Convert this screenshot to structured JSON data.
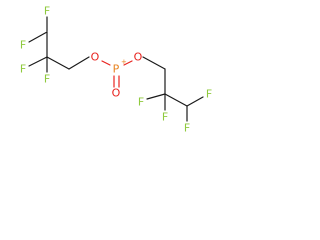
{
  "molecule": {
    "atoms": {
      "F_top": "F",
      "F_left_upper": "F",
      "F_left_a": "F",
      "F_left_b": "F",
      "O_left": "O",
      "P": "P",
      "P_charge": "+",
      "O_right": "O",
      "O_double": "O",
      "F_right_a": "F",
      "F_right_b": "F",
      "F_right_c": "F",
      "F_bottom": "F"
    },
    "colors": {
      "carbon_bond": "#1a1a1a",
      "fluorine": "#8fca3e",
      "oxygen": "#e8231e",
      "phosphorus": "#e8821e"
    }
  }
}
